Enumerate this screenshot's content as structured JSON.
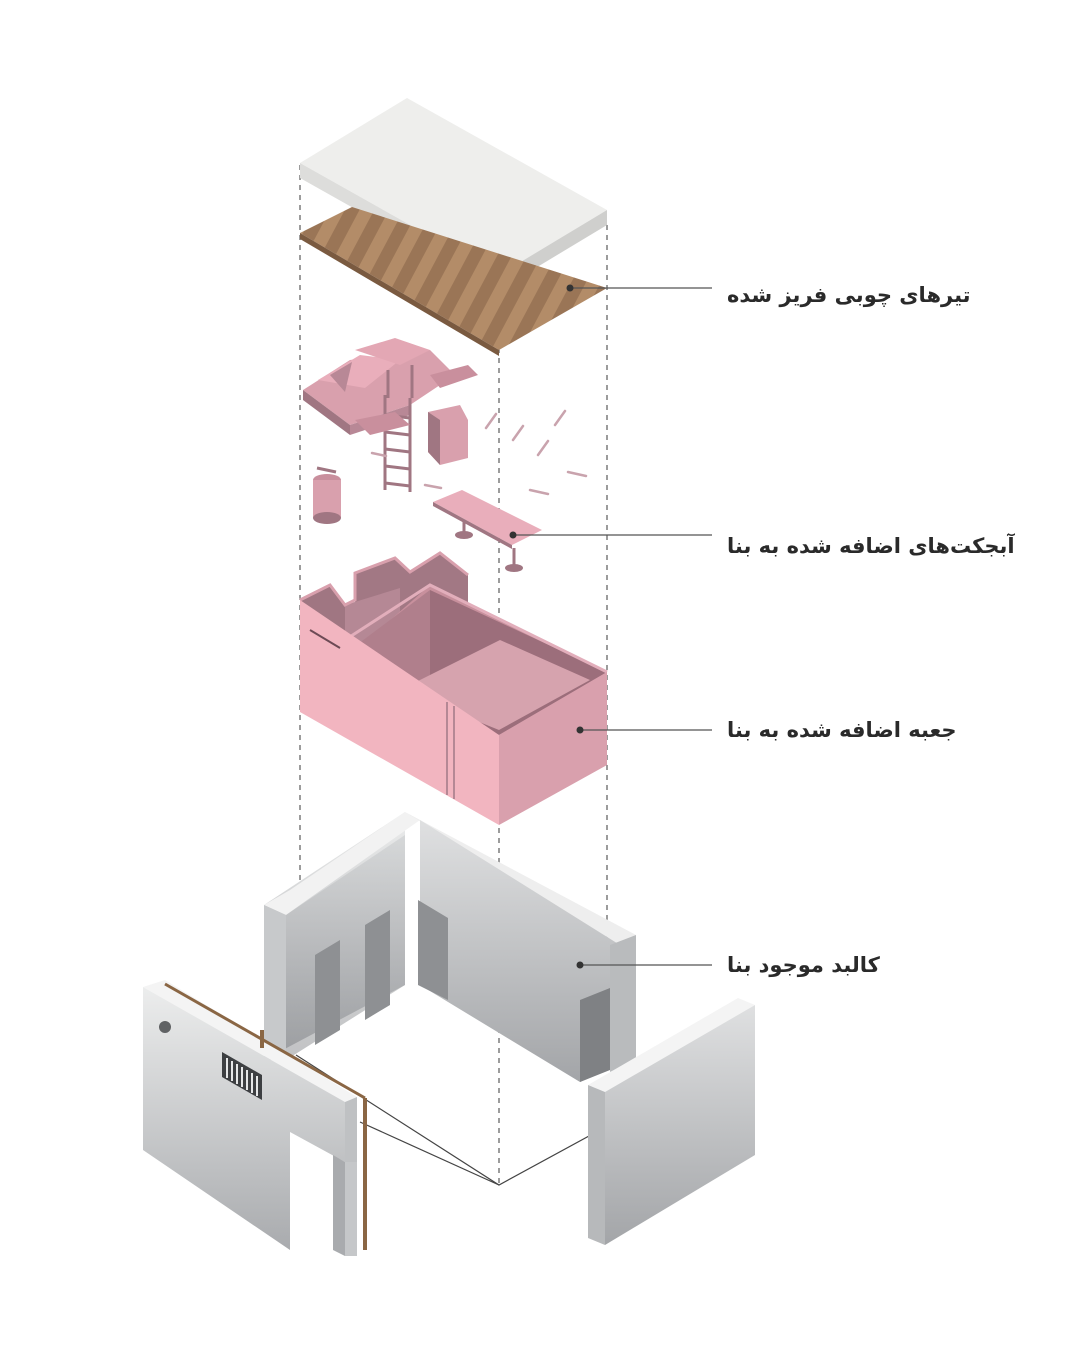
{
  "labels": {
    "beams": "تیرهای چوبی فریز شده",
    "objects": "آبجکت‌های اضافه شده به بنا",
    "box": "جعبه اضافه شده به بنا",
    "shell": "کالبد موجود بنا"
  },
  "colors": {
    "roof": "#ececec",
    "wood": "#9a7556",
    "pink_light": "#f1b6c1",
    "pink_mid": "#d9a0ad",
    "pink_dark": "#a07682",
    "concrete_light": "#e6e7e8",
    "concrete_mid": "#c4c6c8",
    "concrete_dark": "#9d9fa2",
    "leader": "#555555"
  }
}
